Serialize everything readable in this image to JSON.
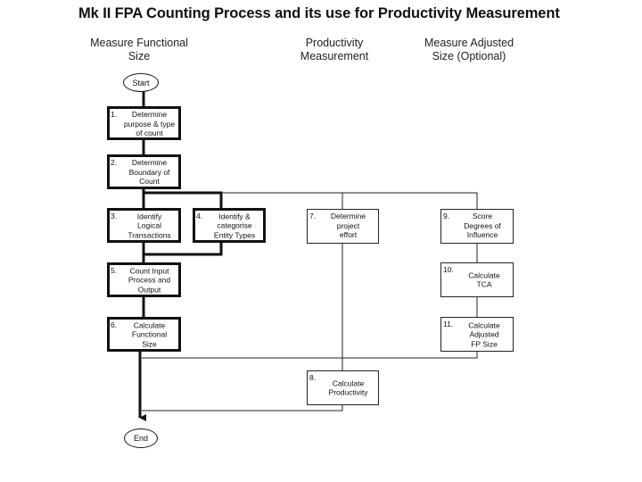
{
  "title": "Mk II FPA Counting Process and its use for Productivity Measurement",
  "columns": {
    "left": "Measure Functional\nSize",
    "middle": "Productivity\nMeasurement",
    "right": "Measure Adjusted\nSize (Optional)"
  },
  "terminals": {
    "start": "Start",
    "end": "End"
  },
  "steps": [
    {
      "num": "1.",
      "text": "Determine\npurpose & type\nof count"
    },
    {
      "num": "2.",
      "text": "Determine\nBoundary of\nCount"
    },
    {
      "num": "3.",
      "text": "Identify\nLogical\nTransactions"
    },
    {
      "num": "4.",
      "text": "Identify &\ncategorise\nEntity Types"
    },
    {
      "num": "5.",
      "text": "Count Input\nProcess and\nOutput"
    },
    {
      "num": "6.",
      "text": "Calculate\nFunctional\nSize"
    },
    {
      "num": "7.",
      "text": "Determine\nproject\neffort"
    },
    {
      "num": "8.",
      "text": "Calculate\nProductivity"
    },
    {
      "num": "9.",
      "text": "Score\nDegrees of\nInfluence"
    },
    {
      "num": "10.",
      "text": "Calculate\nTCA"
    },
    {
      "num": "11.",
      "text": "Calculate\nAdjusted\nFP Size"
    }
  ]
}
